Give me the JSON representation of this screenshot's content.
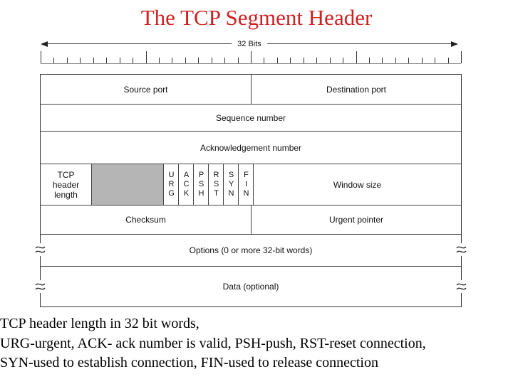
{
  "title": "The TCP Segment Header",
  "colors": {
    "title_red": "#cc2222",
    "shaded_cell": "#b5b5b5",
    "border": "#444444"
  },
  "diagram": {
    "bits_label": "32 Bits",
    "ruler": {
      "tick_count": 33,
      "major_every": 8
    },
    "fields": {
      "source_port": "Source port",
      "destination_port": "Destination port",
      "sequence_number": "Sequence number",
      "acknowledgement_number": "Acknowledgement number",
      "tcp_header_length": "TCP header length",
      "window_size": "Window size",
      "checksum": "Checksum",
      "urgent_pointer": "Urgent pointer",
      "options": "Options (0 or more 32-bit words)",
      "data": "Data (optional)"
    },
    "flags": [
      "URG",
      "ACK",
      "PSH",
      "RST",
      "SYN",
      "FIN"
    ]
  },
  "notes": {
    "line1": "TCP header length in 32 bit words,",
    "line2": "URG-urgent, ACK- ack number is valid, PSH-push, RST-reset connection,",
    "line3": "SYN-used to establish connection, FIN-used to release connection"
  }
}
